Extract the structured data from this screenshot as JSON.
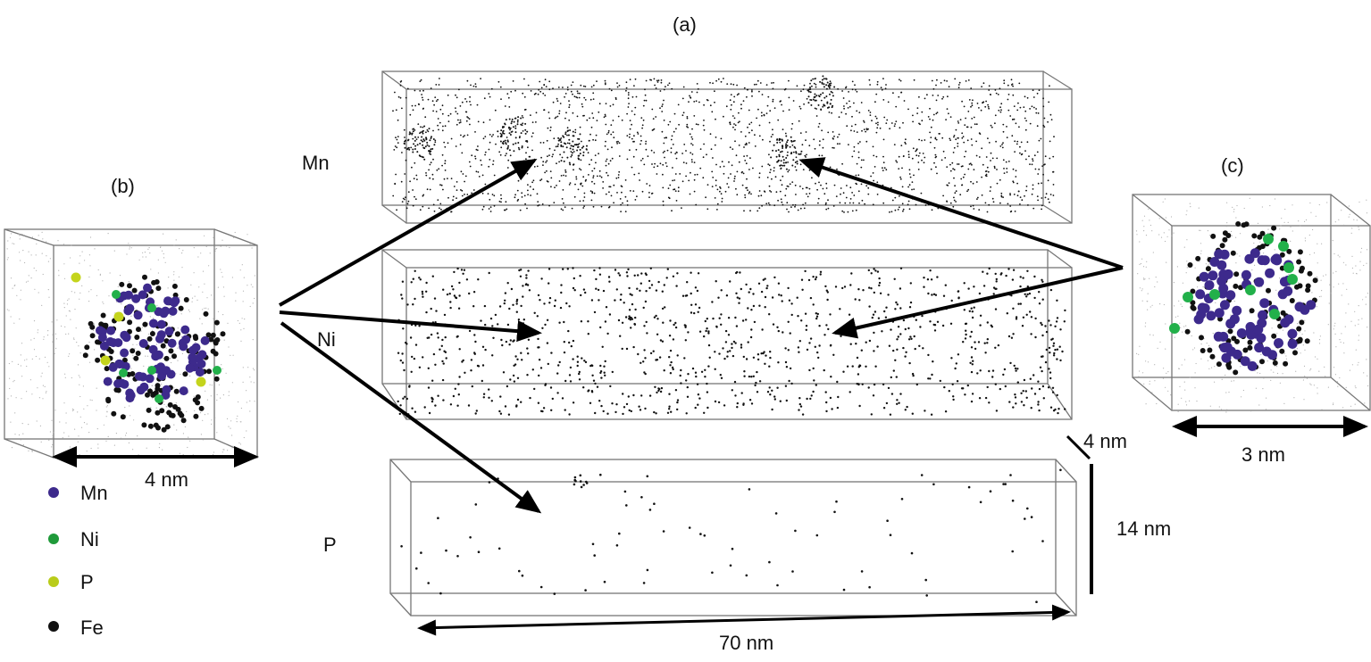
{
  "panels": {
    "a": {
      "label": "(a)",
      "rows": [
        "Mn",
        "Ni",
        "P"
      ]
    },
    "b": {
      "label": "(b)",
      "scale": "4 nm"
    },
    "c": {
      "label": "(c)",
      "scale": "3 nm"
    }
  },
  "dimensions": {
    "depth": "4 nm",
    "height": "14  nm",
    "length": "70 nm"
  },
  "legend": [
    {
      "label": "Mn",
      "color": "#3d2a8c"
    },
    {
      "label": "Ni",
      "color": "#1f9a3a"
    },
    {
      "label": "P",
      "color": "#b9cc1a"
    },
    {
      "label": "Fe",
      "color": "#111111"
    }
  ],
  "colors": {
    "Mn": "#3d2a8c",
    "Ni": "#22b04a",
    "P": "#c4d41c",
    "Fe": "#111111",
    "matrix": "#b0b0b0"
  }
}
